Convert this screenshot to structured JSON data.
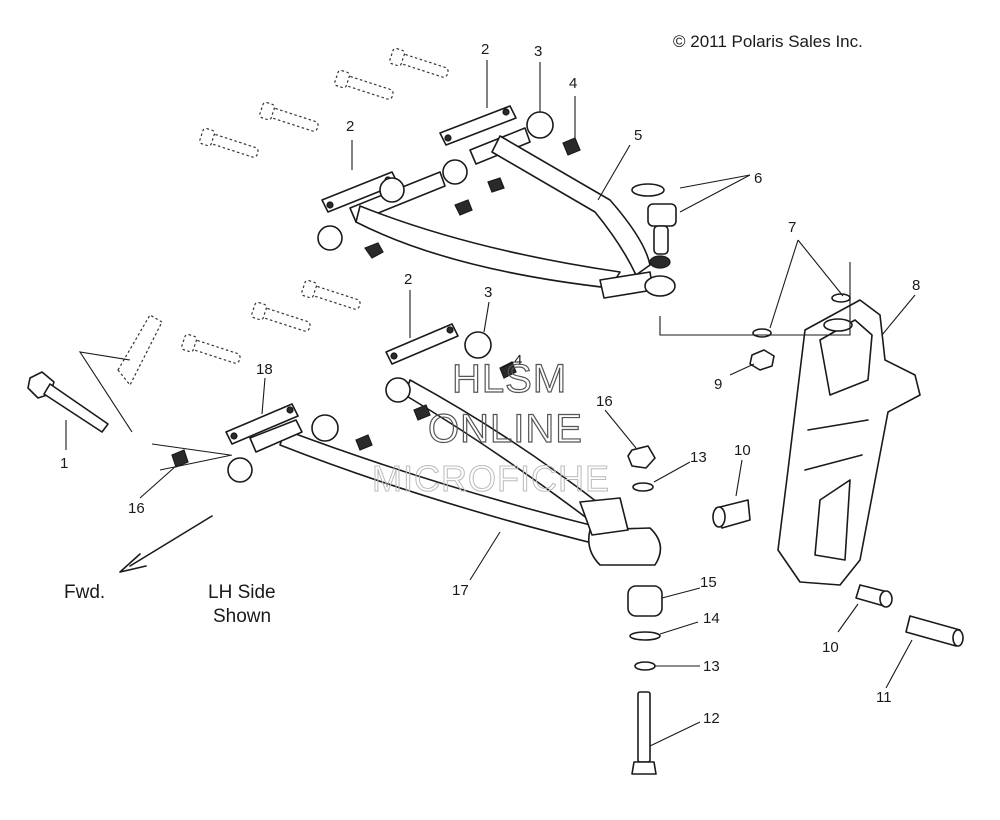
{
  "copyright": "© 2011 Polaris Sales Inc.",
  "direction_label": "Fwd.",
  "side_note": {
    "line1": "LH Side",
    "line2": "Shown"
  },
  "watermark": {
    "line1": "HLSM",
    "line2": "ONLINE",
    "line3": "MICROFICHE"
  },
  "callouts": [
    {
      "id": "c1",
      "label": "1"
    },
    {
      "id": "c2a",
      "label": "2"
    },
    {
      "id": "c2b",
      "label": "2"
    },
    {
      "id": "c2c",
      "label": "2"
    },
    {
      "id": "c3a",
      "label": "3"
    },
    {
      "id": "c3b",
      "label": "3"
    },
    {
      "id": "c4a",
      "label": "4"
    },
    {
      "id": "c4b",
      "label": "4"
    },
    {
      "id": "c5",
      "label": "5"
    },
    {
      "id": "c6",
      "label": "6"
    },
    {
      "id": "c7",
      "label": "7"
    },
    {
      "id": "c8",
      "label": "8"
    },
    {
      "id": "c9",
      "label": "9"
    },
    {
      "id": "c10a",
      "label": "10"
    },
    {
      "id": "c10b",
      "label": "10"
    },
    {
      "id": "c11",
      "label": "11"
    },
    {
      "id": "c12",
      "label": "12"
    },
    {
      "id": "c13a",
      "label": "13"
    },
    {
      "id": "c13b",
      "label": "13"
    },
    {
      "id": "c14",
      "label": "14"
    },
    {
      "id": "c15",
      "label": "15"
    },
    {
      "id": "c16a",
      "label": "16"
    },
    {
      "id": "c16b",
      "label": "16"
    },
    {
      "id": "c17",
      "label": "17"
    },
    {
      "id": "c18",
      "label": "18"
    }
  ]
}
